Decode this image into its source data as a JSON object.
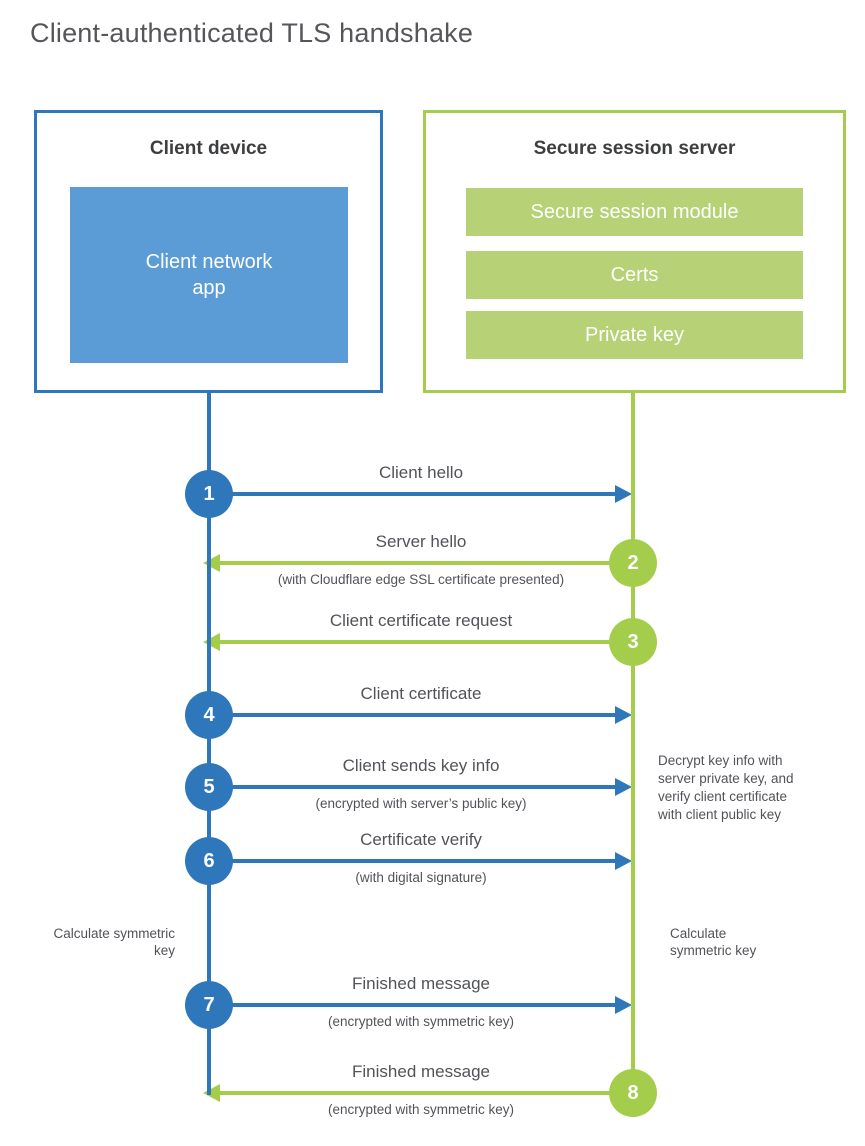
{
  "title": "Client-authenticated TLS handshake",
  "colors": {
    "blue": "#2e77bb",
    "blue_light": "#5c9cd6",
    "green": "#a3cd4b",
    "green_light": "#b7d276",
    "heading_text": "#3d3e40",
    "body_text": "#515358"
  },
  "client_box": {
    "title": "Client device",
    "app_label": "Client network app"
  },
  "server_box": {
    "title": "Secure session server",
    "modules": [
      "Secure session module",
      "Certs",
      "Private key"
    ]
  },
  "steps": [
    {
      "num": "1",
      "label": "Client hello",
      "from": "client",
      "direction": "right"
    },
    {
      "num": "2",
      "label": "Server hello",
      "sub": "(with Cloudflare edge SSL certificate presented)",
      "from": "server",
      "direction": "left"
    },
    {
      "num": "3",
      "label": "Client certificate request",
      "from": "server",
      "direction": "left"
    },
    {
      "num": "4",
      "label": "Client certificate",
      "from": "client",
      "direction": "right"
    },
    {
      "num": "5",
      "label": "Client sends key info",
      "sub": "(encrypted with server’s public key)",
      "from": "client",
      "direction": "right"
    },
    {
      "num": "6",
      "label": "Certificate verify",
      "sub": "(with digital signature)",
      "from": "client",
      "direction": "right"
    },
    {
      "num": "7",
      "label": "Finished message",
      "sub": "(encrypted with symmetric key)",
      "from": "client",
      "direction": "right"
    },
    {
      "num": "8",
      "label": "Finished message",
      "sub": "(encrypted with symmetric key)",
      "from": "server",
      "direction": "left"
    }
  ],
  "annotations": {
    "decrypt_note_lines": [
      "Decrypt key info with",
      "server private key, and",
      "verify client certificate",
      "with client public key"
    ],
    "client_calc_label": "Calculate symmetric key",
    "server_calc_label": "Calculate symmetric key"
  }
}
